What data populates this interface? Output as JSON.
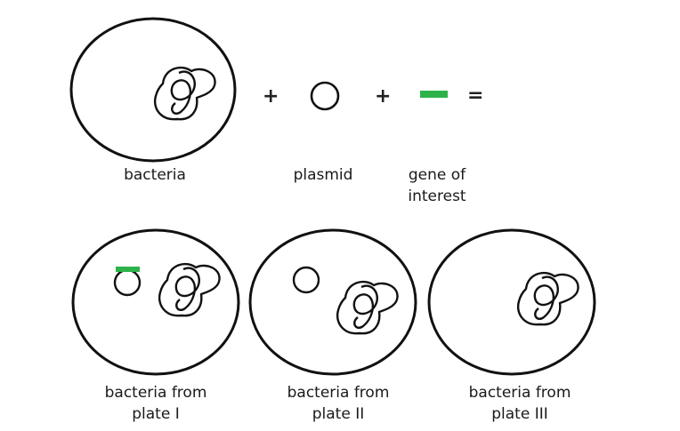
{
  "colors": {
    "stroke": "#111111",
    "gene": "#2db34a",
    "background": "#ffffff"
  },
  "operators": {
    "plus_1": "+",
    "plus_2": "+",
    "equals": "="
  },
  "top_row": {
    "bacteria_label": "bacteria",
    "plasmid_label": "plasmid",
    "gene_label_line1": "gene of",
    "gene_label_line2": "interest"
  },
  "plates": [
    {
      "label_line1": "bacteria  from",
      "label_line2": "plate I",
      "has_plasmid": true,
      "has_gene": true
    },
    {
      "label_line1": "bacteria from",
      "label_line2": "plate II",
      "has_plasmid": true,
      "has_gene": false
    },
    {
      "label_line1": "bacteria from",
      "label_line2": "plate III",
      "has_plasmid": false,
      "has_gene": false
    }
  ]
}
